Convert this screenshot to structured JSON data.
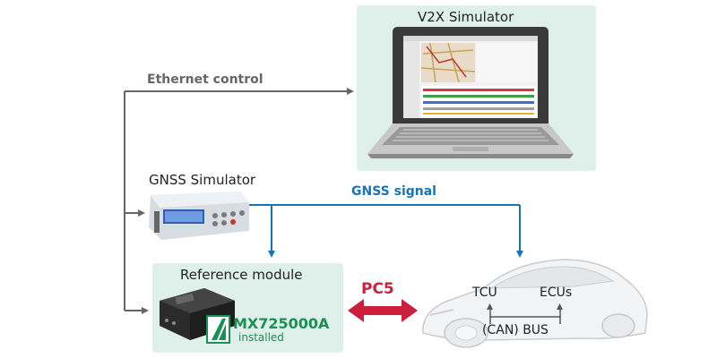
{
  "v2x": {
    "title": "V2X Simulator"
  },
  "ethernet": {
    "label": "Ethernet control"
  },
  "gnss_sim": {
    "title": "GNSS Simulator"
  },
  "gnss_signal": {
    "label": "GNSS signal"
  },
  "reference": {
    "title": "Reference module",
    "product": "MX725000A",
    "product_note": "installed"
  },
  "link": {
    "label": "PC5"
  },
  "vehicle": {
    "tcu": "TCU",
    "ecus": "ECUs",
    "bus": "(CAN) BUS"
  },
  "colors": {
    "panel": "#dff0ea",
    "blue": "#1a73b8",
    "red": "#cc1f3c",
    "gray": "#666666",
    "green_logo": "#1c8f57"
  }
}
